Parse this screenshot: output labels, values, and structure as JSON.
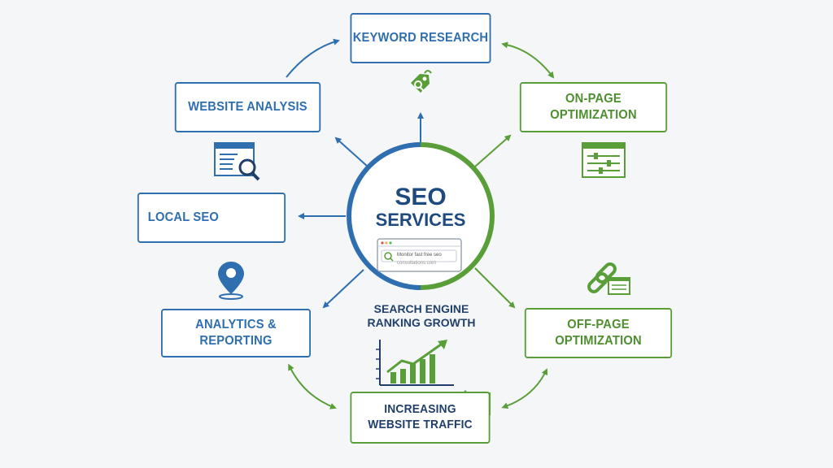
{
  "center": {
    "title": "SEO",
    "subtitle": "SERVICES",
    "search_text": "Monitor fast free seo",
    "search_subtext": "consultations.com"
  },
  "nodes": {
    "keyword_research": "KEYWORD RESEARCH",
    "website_analysis": "WEBSITE ANALYSIS",
    "on_page": "ON-PAGE OPTIMIZATION",
    "local_seo": "LOCAL SEO",
    "analytics": "ANALYTICS & REPORTING",
    "off_page": "OFF-PAGE OPTIMIZATION",
    "traffic_line1": "INCREASING",
    "traffic_line2": "WEBSITE TRAFFIC"
  },
  "ranking": {
    "line1": "SEARCH ENGINE",
    "line2": "RANKING GROWTH"
  },
  "icons": [
    "tag-key-icon",
    "magnifier-webpage-icon",
    "sliders-icon",
    "chart-growth-icon",
    "location-pin-icon",
    "chain-link-icon",
    "bar-chart-icon",
    "traffic-arrow-icon"
  ],
  "colors": {
    "blue": "#2f6fb0",
    "green": "#5a9e3a",
    "navy": "#1f4a80",
    "background": "#f4f6f7"
  }
}
